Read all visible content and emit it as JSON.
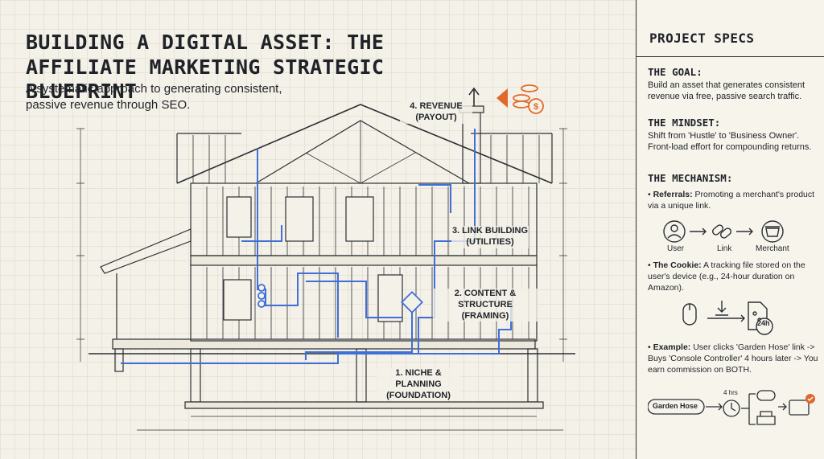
{
  "header": {
    "title": "BUILDING A DIGITAL ASSET: THE AFFILIATE MARKETING STRATEGIC BLUEPRINT",
    "subtitle": "A systematic approach to generating consistent, passive revenue through SEO."
  },
  "blueprint": {
    "labels": {
      "revenue": "4. REVENUE\n(PAYOUT)",
      "link_building": "3. LINK BUILDING\n(UTILITIES)",
      "content": "2. CONTENT & STRUCTURE\n(FRAMING)",
      "niche": "1. NICHE & PLANNING\n(FOUNDATION)"
    }
  },
  "specs": {
    "title": "PROJECT SPECS",
    "goal": {
      "heading": "THE GOAL:",
      "text": "Build an asset that generates consistent revenue via free, passive search traffic."
    },
    "mindset": {
      "heading": "THE MINDSET:",
      "text": "Shift from 'Hustle' to 'Business Owner'. Front-load effort for compounding returns."
    },
    "mechanism": {
      "heading": "THE MECHANISM:",
      "referrals_label": "Referrals:",
      "referrals_text": "Promoting a merchant's product via a unique link.",
      "flow": [
        "User",
        "Link",
        "Merchant"
      ],
      "cookie_label": "The Cookie:",
      "cookie_text": "A tracking file stored on the user's device (e.g., 24-hour duration on Amazon).",
      "cookie_badge": "24h",
      "example_label": "Example:",
      "example_text": "User clicks 'Garden Hose' link -> Buys 'Console Controller' 4 hours later -> You earn commission on BOTH.",
      "example_tag": "Garden Hose",
      "example_time": "4 hrs"
    }
  },
  "colors": {
    "background": "#f4f1e8",
    "ink": "#1f2328",
    "pipe_blue": "#3f6fd8",
    "coin_orange": "#e0692a"
  }
}
